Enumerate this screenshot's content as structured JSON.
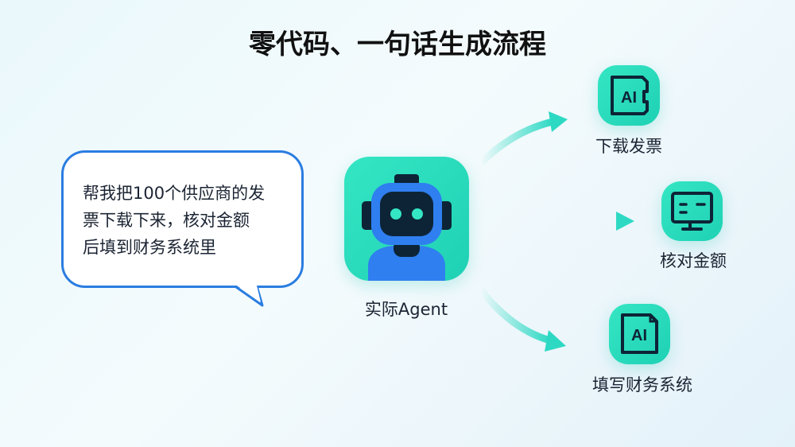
{
  "title": "零代码、一句话生成流程",
  "bubble": {
    "lines": [
      "帮我把100个供应商的发",
      "票下载下来，核对金额",
      "后填到财务系统里"
    ]
  },
  "agent": {
    "label": "实际Agent",
    "icon": "robot-icon"
  },
  "steps": [
    {
      "label": "下载发票",
      "icon": "ai-document-icon"
    },
    {
      "label": "核对金额",
      "icon": "monitor-icon"
    },
    {
      "label": "填写财务系统",
      "icon": "ai-file-icon"
    }
  ],
  "colors": {
    "accent": "#1fd1b4",
    "bubble_border": "#2a7de1",
    "robot_blue": "#2f7ff0",
    "dark": "#0d2436"
  }
}
